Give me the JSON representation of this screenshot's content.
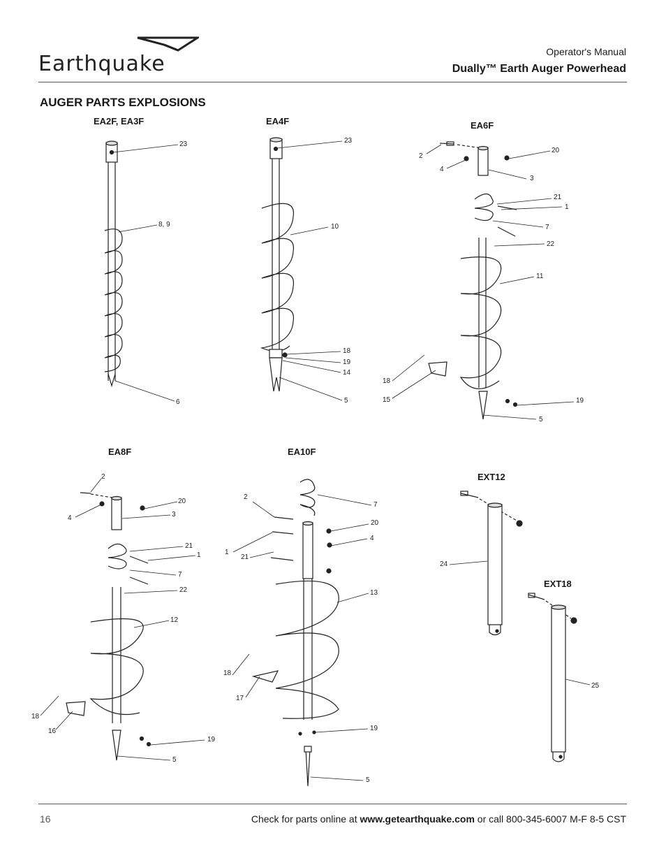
{
  "header": {
    "logo_text": "Earthquake",
    "subtitle": "Operator's Manual",
    "title": "Dually™ Earth Auger Powerhead"
  },
  "section_title": "AUGER PARTS EXPLOSIONS",
  "figures": {
    "ea2f": "EA2F, EA3F",
    "ea4f": "EA4F",
    "ea6f": "EA6F",
    "ea8f": "EA8F",
    "ea10f": "EA10F",
    "ext12": "EXT12",
    "ext18": "EXT18"
  },
  "callouts": {
    "ea2f": [
      "23",
      "8, 9",
      "6"
    ],
    "ea4f": [
      "23",
      "10",
      "18",
      "19",
      "14",
      "5"
    ],
    "ea6f": [
      "2",
      "4",
      "20",
      "3",
      "21",
      "1",
      "7",
      "22",
      "11",
      "18",
      "15",
      "19",
      "5"
    ],
    "ea8f": [
      "2",
      "4",
      "20",
      "3",
      "21",
      "1",
      "7",
      "22",
      "12",
      "18",
      "16",
      "19",
      "5"
    ],
    "ea10f": [
      "2",
      "7",
      "20",
      "4",
      "1",
      "21",
      "13",
      "18",
      "17",
      "19",
      "5"
    ],
    "ext12": [
      "24"
    ],
    "ext18": [
      "25"
    ]
  },
  "footer": {
    "page_number": "16",
    "text_before": "Check for parts online at ",
    "website": "www.getearthquake.com",
    "text_after": " or call 800-345-6007 M-F 8-5 CST"
  }
}
